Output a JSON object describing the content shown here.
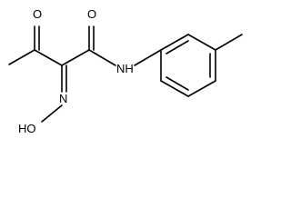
{
  "atoms": {
    "oxygen_ketone": "O",
    "oxygen_amide": "O",
    "amide_nitrogen": "NH",
    "oxime_nitrogen": "N",
    "hydroxyl": "HO"
  }
}
